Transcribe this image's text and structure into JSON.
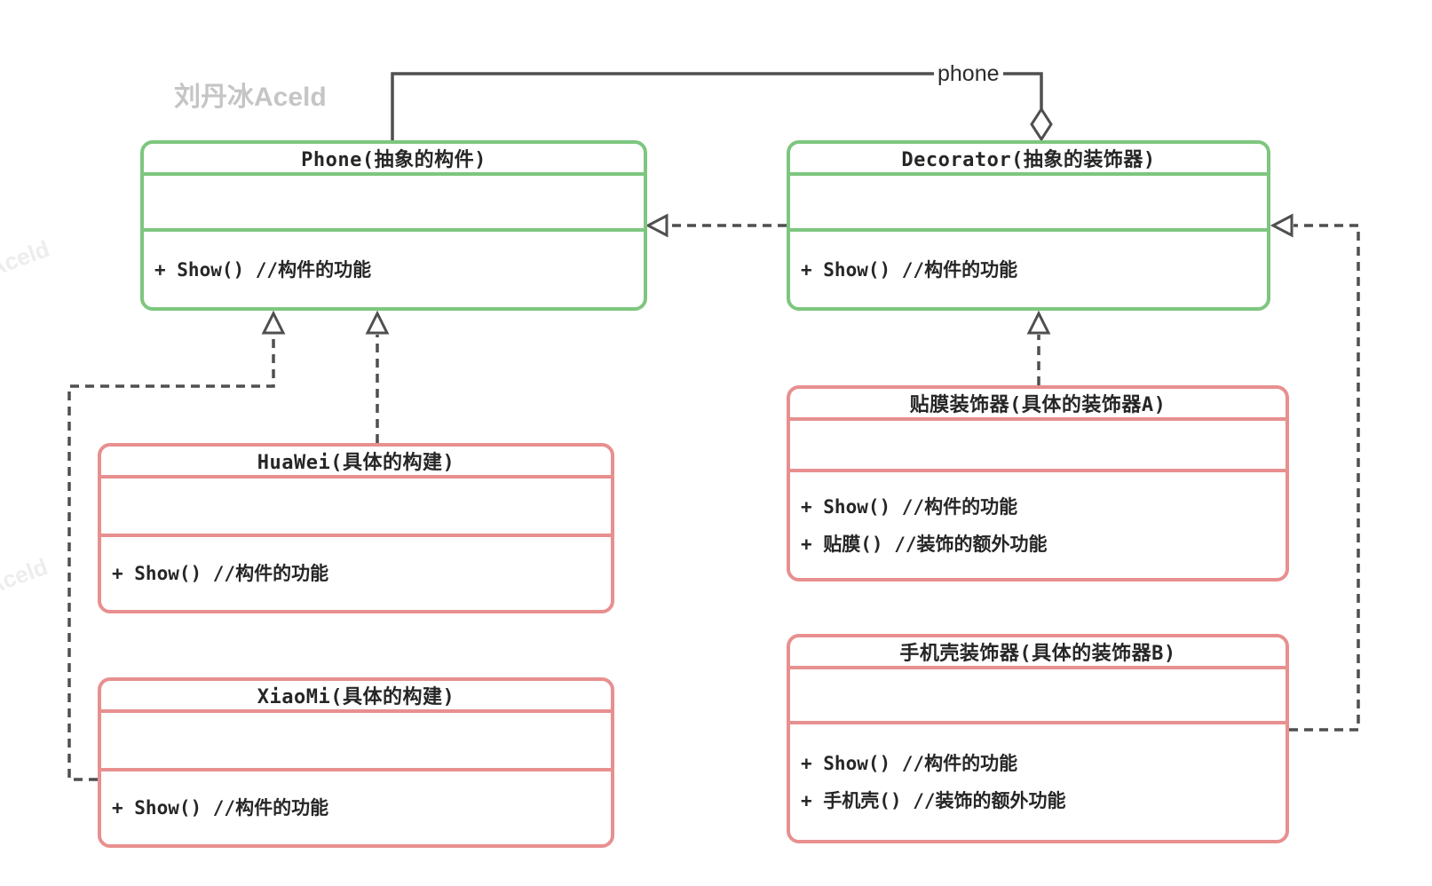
{
  "watermarks": {
    "main": "刘丹冰Aceld",
    "side": "Aceld"
  },
  "labels": {
    "aggregation": "phone"
  },
  "colors": {
    "abstract_border": "#7dc67f",
    "concrete_border": "#e88f8f",
    "connector": "#4f4f4f",
    "text": "#262626",
    "watermark_main": "#c5c5c5",
    "watermark_side": "#ededed"
  },
  "classes": [
    {
      "id": "phone",
      "kind": "abstract",
      "title": "Phone(抽象的构件)",
      "methods": [
        "+ Show() //构件的功能"
      ]
    },
    {
      "id": "decorator",
      "kind": "abstract",
      "title": "Decorator(抽象的装饰器)",
      "methods": [
        "+ Show() //构件的功能"
      ]
    },
    {
      "id": "huawei",
      "kind": "concrete",
      "title": "HuaWei(具体的构建)",
      "methods": [
        "+ Show() //构件的功能"
      ]
    },
    {
      "id": "xiaomi",
      "kind": "concrete",
      "title": "XiaoMi(具体的构建)",
      "methods": [
        "+ Show() //构件的功能"
      ]
    },
    {
      "id": "film",
      "kind": "concrete",
      "title": "贴膜装饰器(具体的装饰器A)",
      "methods": [
        "+ Show() //构件的功能",
        "+ 贴膜()  //装饰的额外功能"
      ]
    },
    {
      "id": "case",
      "kind": "concrete",
      "title": "手机壳装饰器(具体的装饰器B)",
      "methods": [
        "+ Show()  //构件的功能",
        "+ 手机壳() //装饰的额外功能"
      ]
    }
  ]
}
